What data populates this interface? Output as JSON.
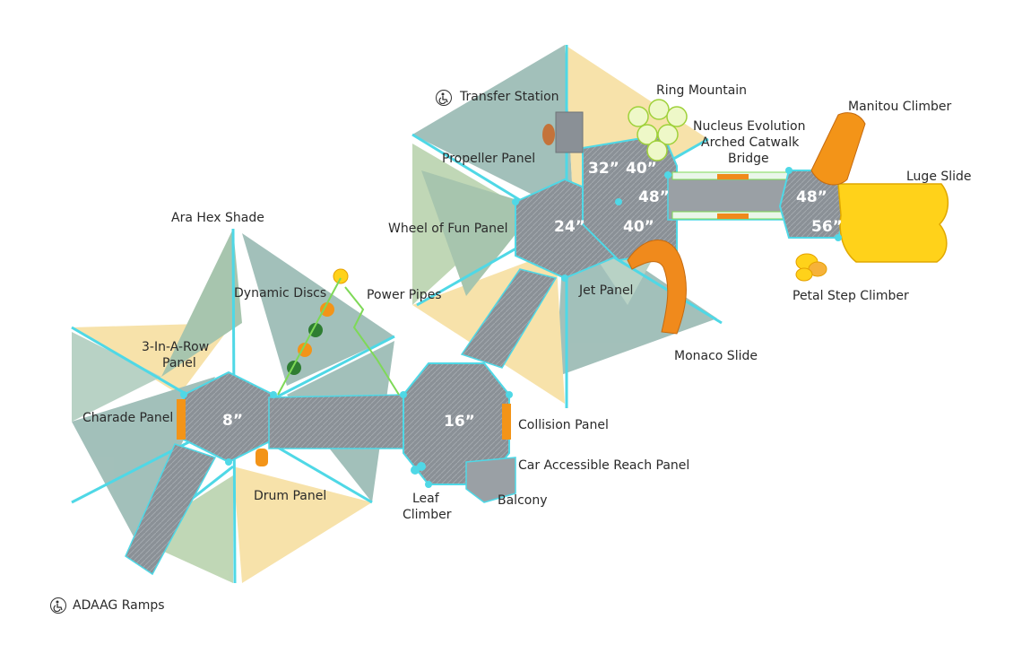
{
  "labels": {
    "ring_mountain": "Ring Mountain",
    "transfer_station": "Transfer Station",
    "manitou_climber": "Manitou Climber",
    "nucleus_evolution": "Nucleus Evolution",
    "arched_catwalk": "Arched Catwalk",
    "bridge": "Bridge",
    "propeller_panel": "Propeller Panel",
    "luge_slide": "Luge Slide",
    "ara_hex_shade": "Ara Hex Shade",
    "wheel_of_fun_panel": "Wheel of Fun Panel",
    "petal_step_climber": "Petal Step Climber",
    "dynamic_discs": "Dynamic Discs",
    "power_pipes": "Power Pipes",
    "jet_panel": "Jet Panel",
    "three_in_a_row_1": "3-In-A-Row",
    "three_in_a_row_2": "Panel",
    "monaco_slide": "Monaco Slide",
    "charade_panel": "Charade Panel",
    "collision_panel": "Collision Panel",
    "car_accessible_reach_panel": "Car Accessible Reach Panel",
    "drum_panel": "Drum Panel",
    "leaf_climber_1": "Leaf",
    "leaf_climber_2": "Climber",
    "balcony": "Balcony",
    "adaag_ramps": "ADAAG Ramps"
  },
  "heights": {
    "h32": "32”",
    "h40a": "40”",
    "h48a": "48”",
    "h24": "24”",
    "h40b": "40”",
    "h48b": "48”",
    "h56": "56”",
    "h16": "16”",
    "h8": "8”"
  },
  "colors": {
    "shade_teal": "#7fa8a0",
    "shade_yellow": "#f4d88a",
    "shade_green": "#a9c99a",
    "post_cyan": "#4fd8e6",
    "deck_gray": "#8e9499",
    "slide_orange": "#f08a1c",
    "slide_yellow": "#ffd21a"
  },
  "icons": [
    "accessibility-icon"
  ]
}
